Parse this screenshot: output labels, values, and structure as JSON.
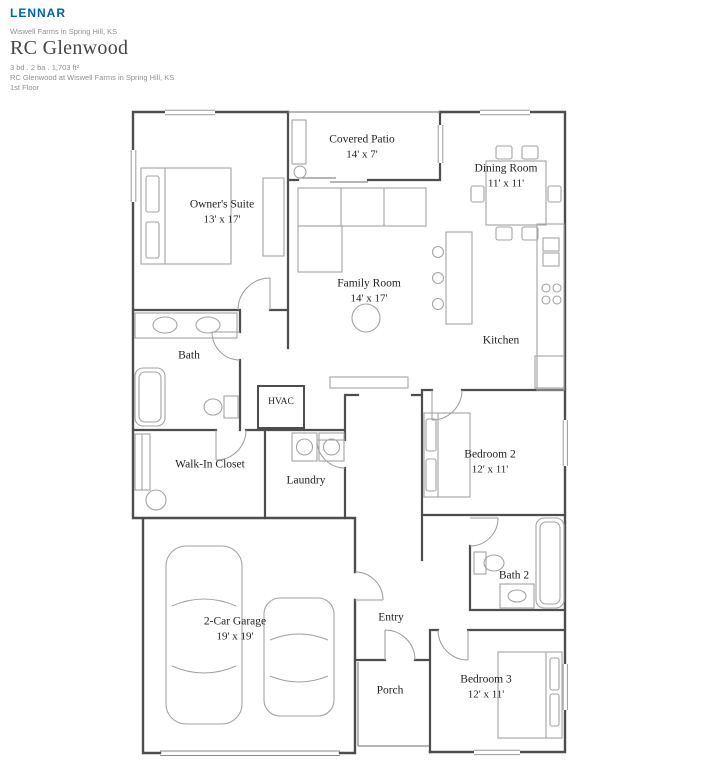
{
  "header": {
    "brand": "LENNAR",
    "community": "Wiswell Farms in Spring Hill, KS",
    "plan_name": "RC Glenwood",
    "specs": "3 bd . 2 ba . 1,703 ft²",
    "subtitle": "RC Glenwood at Wiswell Farms in Spring Hill, KS",
    "floor": "1st Floor"
  },
  "rooms": {
    "covered_patio": {
      "name": "Covered Patio",
      "dims": "14' x 7'"
    },
    "dining_room": {
      "name": "Dining Room",
      "dims": "11' x 11'"
    },
    "owners_suite": {
      "name": "Owner's Suite",
      "dims": "13' x 17'"
    },
    "family_room": {
      "name": "Family Room",
      "dims": "14' x 17'"
    },
    "kitchen": {
      "name": "Kitchen",
      "dims": ""
    },
    "bath": {
      "name": "Bath",
      "dims": ""
    },
    "hvac": {
      "name": "HVAC",
      "dims": ""
    },
    "walk_in_closet": {
      "name": "Walk-In Closet",
      "dims": ""
    },
    "laundry": {
      "name": "Laundry",
      "dims": ""
    },
    "bedroom_2": {
      "name": "Bedroom 2",
      "dims": "12' x 11'"
    },
    "bath_2": {
      "name": "Bath 2",
      "dims": ""
    },
    "garage": {
      "name": "2-Car Garage",
      "dims": "19' x 19'"
    },
    "entry": {
      "name": "Entry",
      "dims": ""
    },
    "porch": {
      "name": "Porch",
      "dims": ""
    },
    "bedroom_3": {
      "name": "Bedroom 3",
      "dims": "12' x 11'"
    }
  },
  "colors": {
    "brand_blue": "#0063a7",
    "wall": "#4d4d4d",
    "furniture": "#a3a3a3",
    "label_text": "#1f1f1f"
  }
}
